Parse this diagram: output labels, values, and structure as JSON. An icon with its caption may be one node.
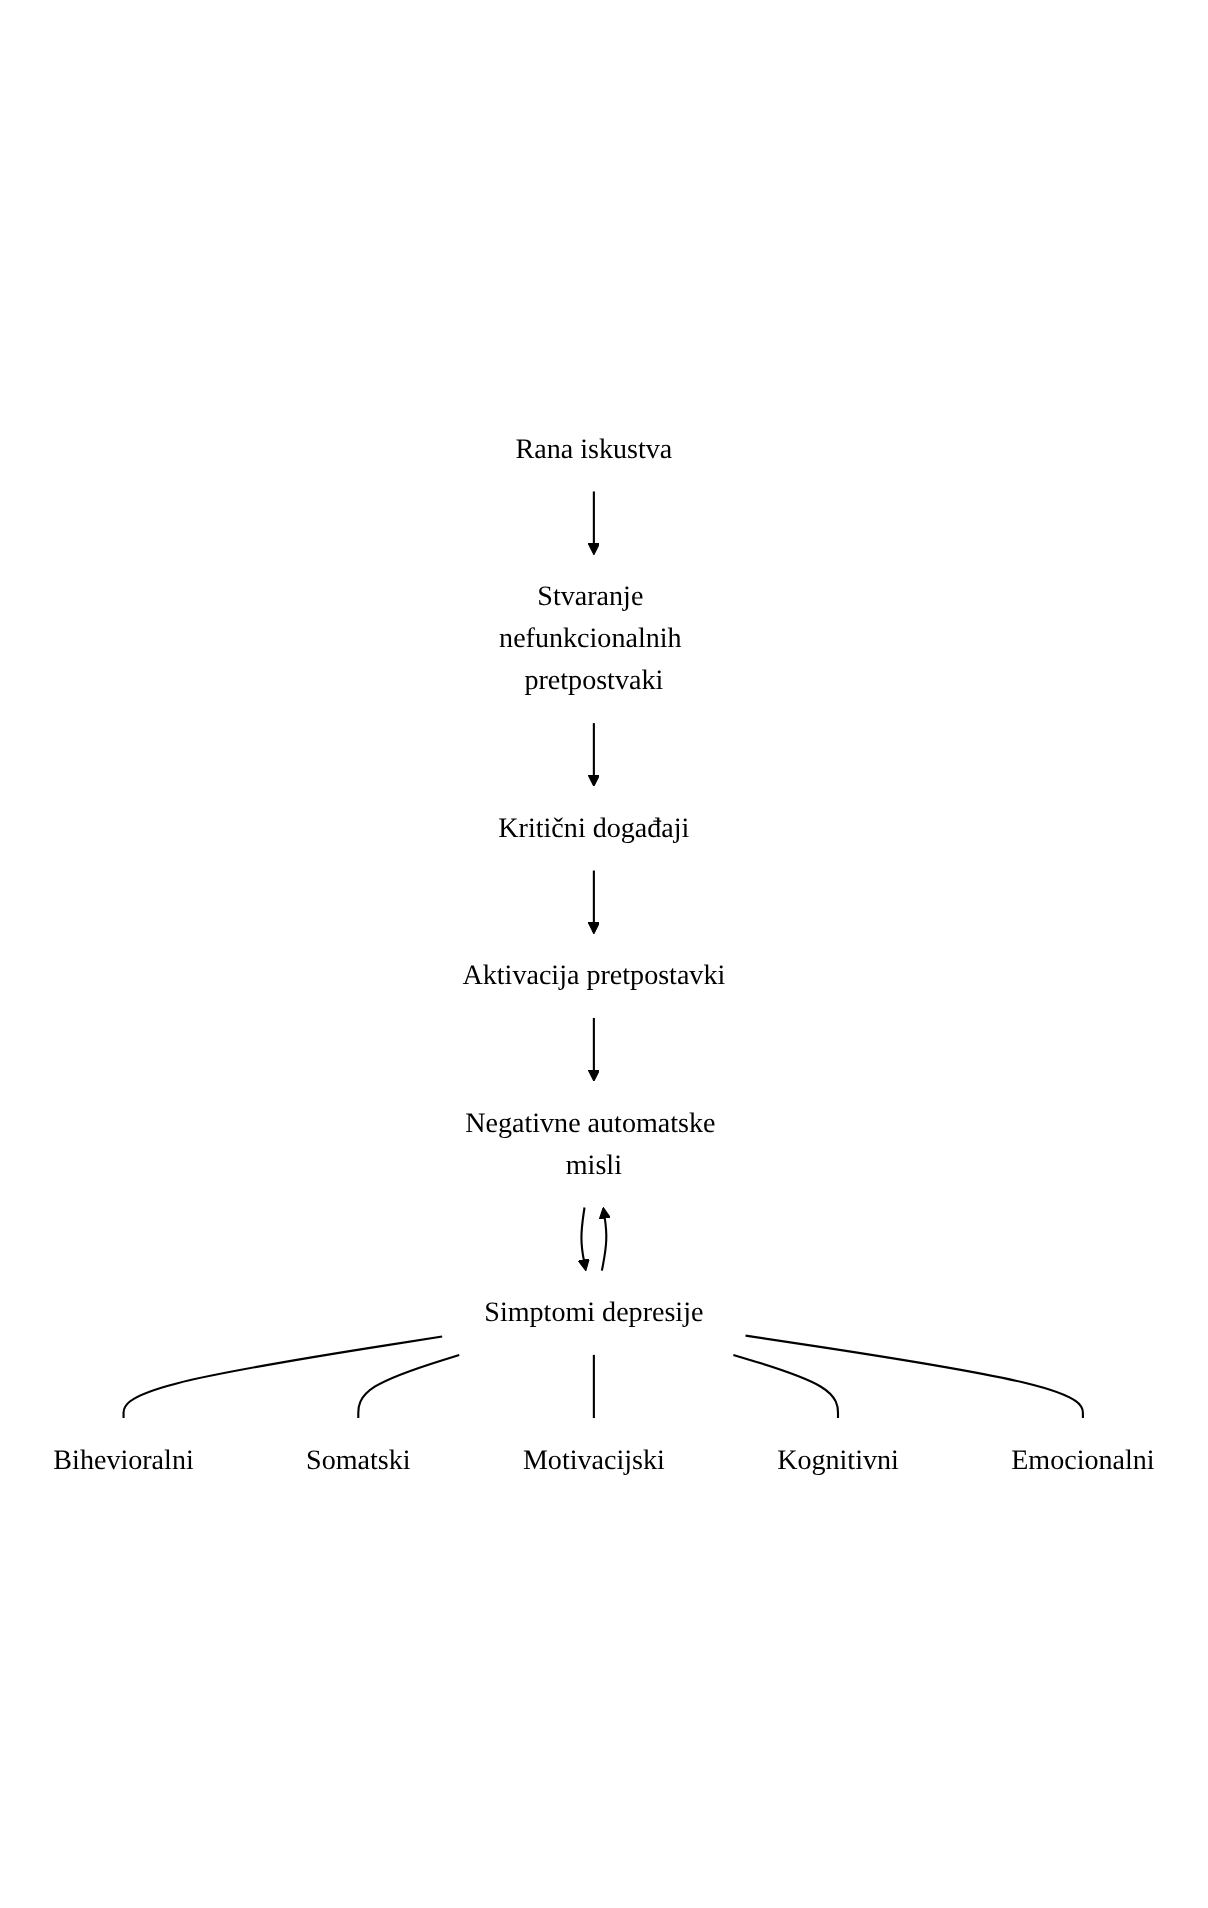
{
  "diagram": {
    "nodes": [
      {
        "text": [
          "Rana iskustva"
        ]
      },
      {
        "text": [
          "Stvaranje nefunkcionalnih pretpostvaki"
        ]
      },
      {
        "text": [
          "Kritični događaji"
        ]
      },
      {
        "text": [
          "Aktivacija pretpostavki"
        ]
      },
      {
        "text": [
          "Negativne automatske misli"
        ]
      },
      {
        "text": [
          "Simptomi depresije"
        ]
      },
      {
        "text": [
          "Bihevioralni"
        ]
      },
      {
        "text": [
          "Somatski"
        ]
      },
      {
        "text": [
          "Motivacijski"
        ]
      },
      {
        "text": [
          "Kognitivni"
        ]
      },
      {
        "text": [
          "Emocionalni"
        ]
      }
    ],
    "edges": [
      {
        "from": 0,
        "to": 1,
        "arrow": "to"
      },
      {
        "from": 1,
        "to": 2,
        "arrow": "to"
      },
      {
        "from": 2,
        "to": 3,
        "arrow": "to"
      },
      {
        "from": 3,
        "to": 4,
        "arrow": "to"
      },
      {
        "from": 4,
        "to": 5,
        "arrow": "to"
      },
      {
        "from": 5,
        "to": 4,
        "arrow": "to"
      },
      {
        "from": 5,
        "to": 6,
        "arrow": "none"
      },
      {
        "from": 5,
        "to": 7,
        "arrow": "none"
      },
      {
        "from": 5,
        "to": 8,
        "arrow": "none"
      },
      {
        "from": 5,
        "to": 9,
        "arrow": "none"
      },
      {
        "from": 5,
        "to": 10,
        "arrow": "none"
      }
    ]
  }
}
